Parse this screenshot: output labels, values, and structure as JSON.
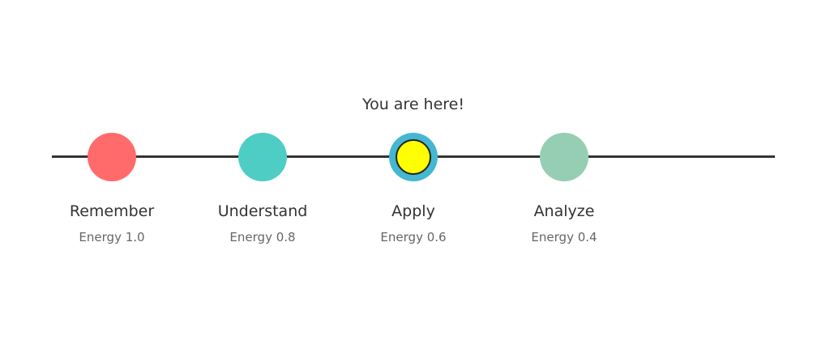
{
  "current_marker": {
    "label": "You are here!"
  },
  "stages": [
    {
      "name": "Remember",
      "energy": "Energy 1.0",
      "color": "#ff6b6b",
      "current": false
    },
    {
      "name": "Understand",
      "energy": "Energy 0.8",
      "color": "#4ecdc4",
      "current": false
    },
    {
      "name": "Apply",
      "energy": "Energy 0.6",
      "color": "#ffff00",
      "ring_color": "#45b7d1",
      "current": true
    },
    {
      "name": "Analyze",
      "energy": "Energy 0.4",
      "color": "#96ceb4",
      "current": false
    }
  ],
  "track_color": "#333333"
}
